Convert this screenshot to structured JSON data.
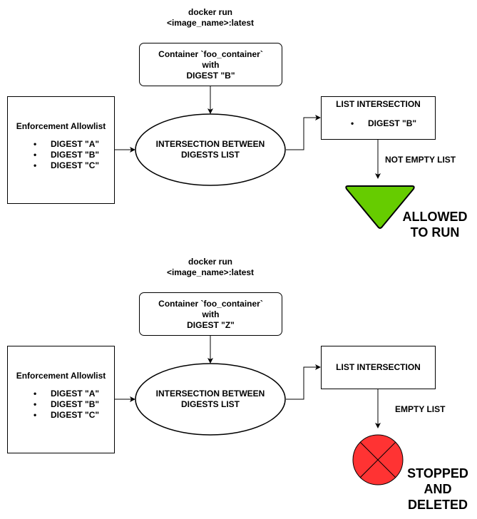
{
  "scenarios": [
    {
      "run_command": [
        "docker run",
        "<image_name>:latest"
      ],
      "container_box": [
        "Container `foo_container`",
        "with",
        "DIGEST \"B\""
      ],
      "allowlist": {
        "title": "Enforcement Allowlist",
        "items": [
          "DIGEST \"A\"",
          "DIGEST \"B\"",
          "DIGEST \"C\""
        ]
      },
      "intersection_ellipse": [
        "INTERSECTION BETWEEN",
        "DIGESTS LIST"
      ],
      "list_intersection": {
        "title": "LIST INTERSECTION",
        "items": [
          "DIGEST \"B\""
        ]
      },
      "edge_label": "NOT EMPTY LIST",
      "result": [
        "ALLOWED",
        "TO RUN"
      ],
      "result_color": "#66cc00"
    },
    {
      "run_command": [
        "docker run",
        "<image_name>:latest"
      ],
      "container_box": [
        "Container `foo_container`",
        "with",
        "DIGEST \"Z\""
      ],
      "allowlist": {
        "title": "Enforcement Allowlist",
        "items": [
          "DIGEST \"A\"",
          "DIGEST \"B\"",
          "DIGEST \"C\""
        ]
      },
      "intersection_ellipse": [
        "INTERSECTION BETWEEN",
        "DIGESTS LIST"
      ],
      "list_intersection": {
        "title": "LIST INTERSECTION",
        "items": []
      },
      "edge_label": "EMPTY LIST",
      "result": [
        "STOPPED",
        "AND",
        "DELETED"
      ],
      "result_color": "#ff3333"
    }
  ]
}
